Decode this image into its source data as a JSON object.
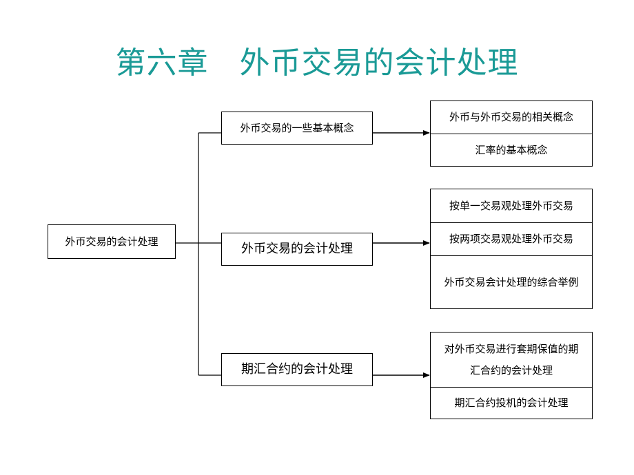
{
  "title": "第六章　外币交易的会计处理",
  "root": {
    "label": "外币交易的会计处理"
  },
  "branches": [
    {
      "label": "外币交易的一些基本概念",
      "details": [
        "外币与外币交易的相关概念",
        "汇率的基本概念"
      ]
    },
    {
      "label": "外币交易的会计处理",
      "details": [
        "按单一交易观处理外币交易",
        "按两项交易观处理外币交易",
        "外币交易会计处理的综合举例"
      ]
    },
    {
      "label": "期汇合约的会计处理",
      "details": [
        "对外币交易进行套期保值的期汇合约的会计处理",
        "期汇合约投机的会计处理"
      ]
    }
  ]
}
